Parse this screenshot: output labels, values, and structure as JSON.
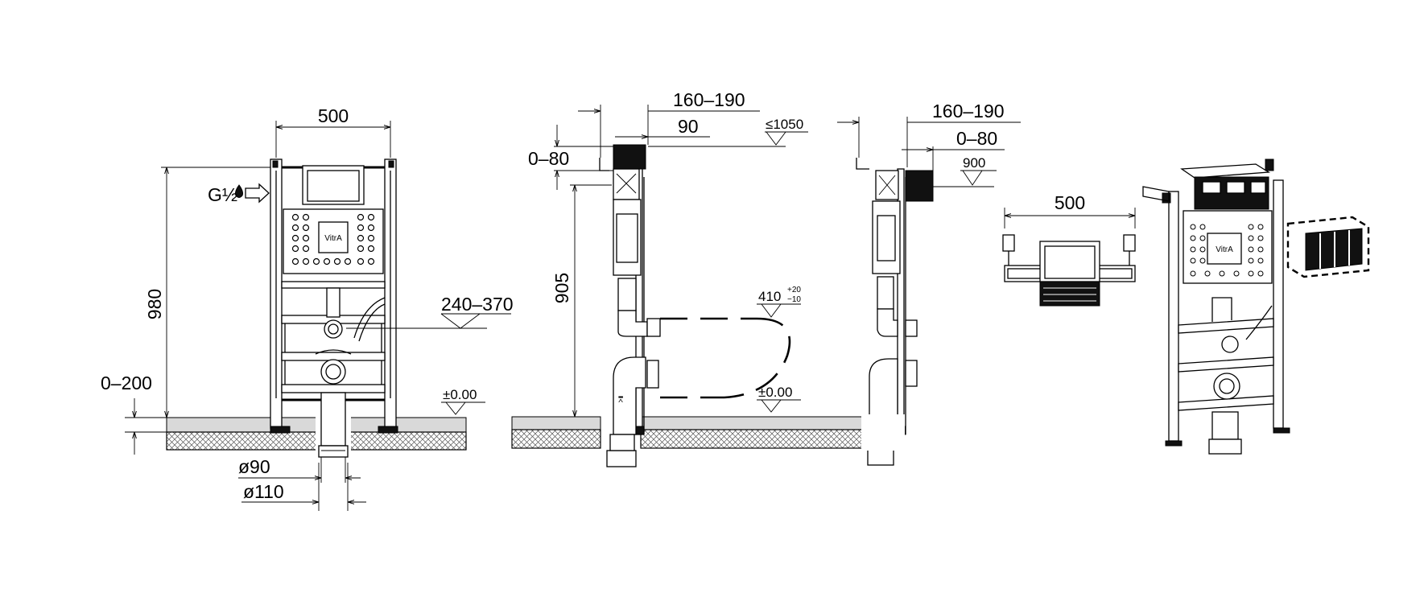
{
  "front_view": {
    "width_label": "500",
    "height_label": "980",
    "adjust_label": "0–200",
    "water_label": "G½",
    "range_label": "240–370",
    "floor_label": "±0.00",
    "pipe_small_label": "ø90",
    "pipe_large_label": "ø110",
    "brand": "VitrA"
  },
  "side_view_left": {
    "depth_label": "160–190",
    "depth_fixed_label": "90",
    "height_max_label": "≤1050",
    "wall_adjust_label": "0–80",
    "height_label": "905",
    "bowl_label": "410",
    "bowl_tol_plus": "+20",
    "bowl_tol_minus": "−10",
    "floor_label": "±0.00"
  },
  "side_view_right": {
    "depth_label": "160–190",
    "wall_adjust_label": "0–80",
    "height_label": "900"
  },
  "top_view": {
    "width_label": "500"
  }
}
